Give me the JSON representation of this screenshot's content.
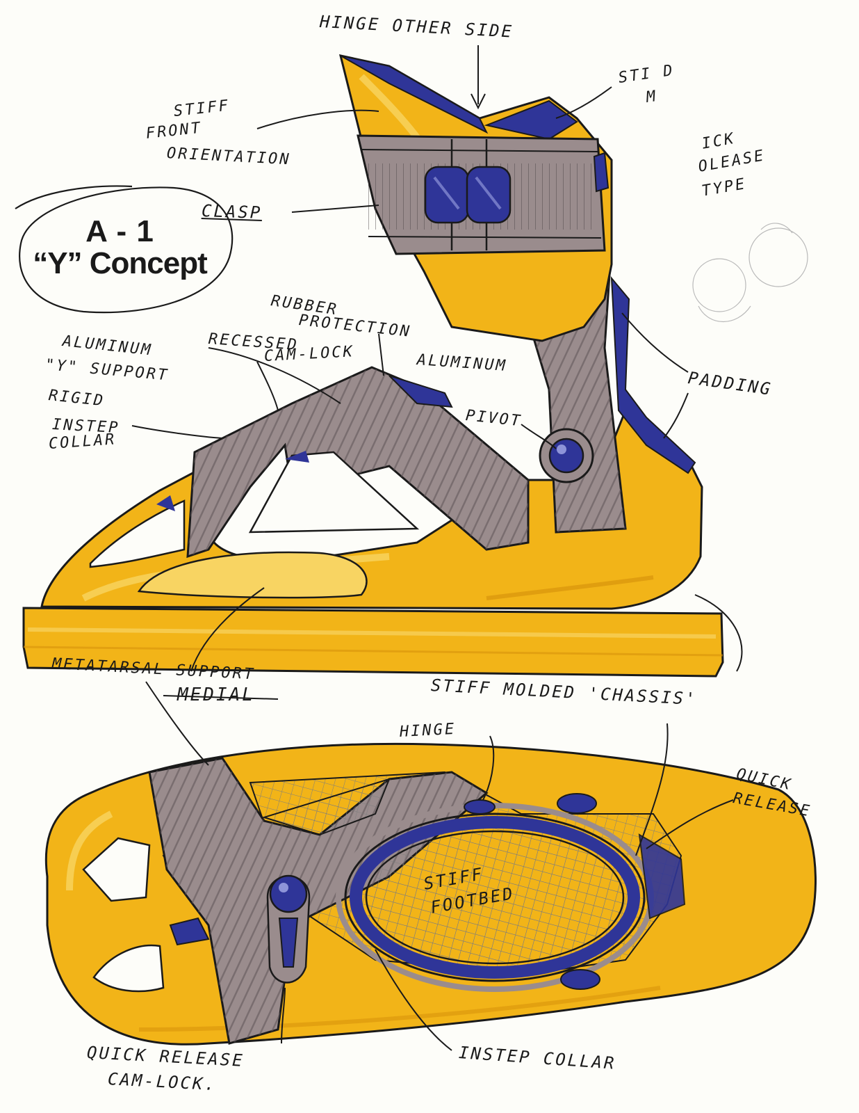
{
  "title": {
    "line1": "A - 1",
    "line2": "“Y” Concept"
  },
  "annotations": {
    "hinge_other_side": "HINGE OTHER SIDE",
    "stiff_front_1": "STIFF",
    "stiff_front_2": "FRONT",
    "stiff_front_3": "ORIENTATION",
    "top_right_1": "STI D",
    "top_right_2": "M",
    "quick_release_1": "ICK",
    "quick_release_2": "OLEASE",
    "quick_release_3": "TYPE",
    "clasp": "CLASP",
    "rubber_1": "RUBBER",
    "rubber_2": "PROTECTION",
    "aluminum_y_1": "ALUMINUM",
    "aluminum_y_2": "\"Y\" SUPPORT",
    "aluminum_y_3": "RIGID",
    "recessed_1": "RECESSED",
    "recessed_2": "CAM-LOCK",
    "aluminum_right": "ALUMINUM",
    "padding": "PADDING",
    "pivot": "PIVOT",
    "instep_collar_1": "INSTEP",
    "instep_collar_2": "COLLAR",
    "metatarsal": "METATARSAL SUPPORT",
    "medial": "MEDIAL",
    "chassis": "STIFF MOLDED 'CHASSIS'",
    "hinge": "HINGE",
    "quick_release_b_1": "QUICK",
    "quick_release_b_2": "RELEASE",
    "stiff_footbed_1": "STIFF",
    "stiff_footbed_2": "FOOTBED",
    "quick_release_cam_1": "QUICK RELEASE",
    "quick_release_cam_2": "CAM-LOCK.",
    "instep_collar_bottom": "INSTEP COLLAR"
  },
  "colors": {
    "body_yellow": "#f2b418",
    "yellow_highlight": "#f8d462",
    "yellow_shadow": "#d9940c",
    "aluminum_gray": "#9a8c8d",
    "gray_dark": "#5e5457",
    "padding_blue": "#2f3598",
    "ink": "#1a1a1a",
    "paper": "#fdfdf9"
  }
}
